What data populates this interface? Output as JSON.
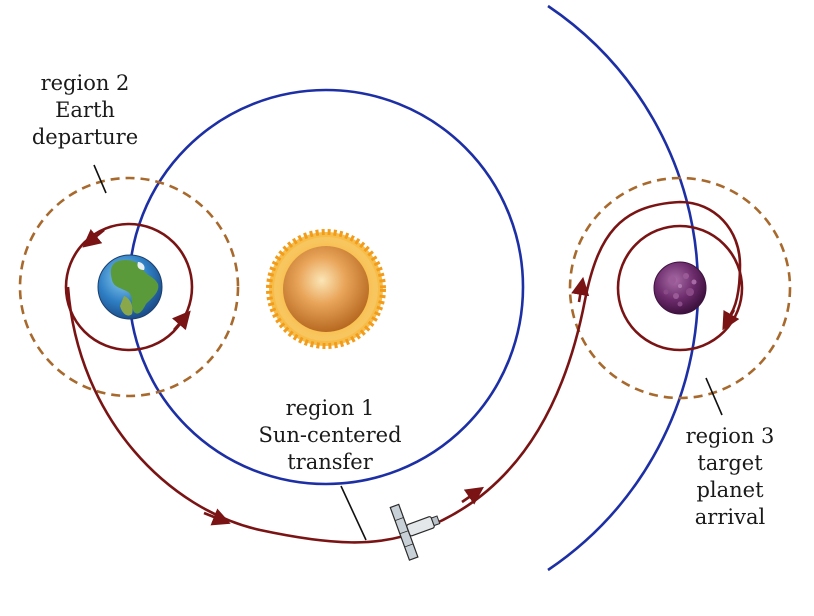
{
  "labels": {
    "region1": {
      "line1": "region 1",
      "line2": "Sun-centered",
      "line3": "transfer"
    },
    "region2": {
      "line1": "region 2",
      "line2": "Earth",
      "line3": "departure"
    },
    "region3": {
      "line1": "region 3",
      "line2": "target",
      "line3": "planet",
      "line4": "arrival"
    }
  },
  "colors": {
    "orbit": "#1d2fa5",
    "trajectory": "#7a1414",
    "sphere_of_influence": "#a8692d",
    "sun": "#e88a1c",
    "earth_ocean": "#2f7fc4",
    "planet": "#6a2a6a"
  },
  "icons": [
    "sun-icon",
    "earth-icon",
    "target-planet-icon",
    "spacecraft-icon"
  ]
}
